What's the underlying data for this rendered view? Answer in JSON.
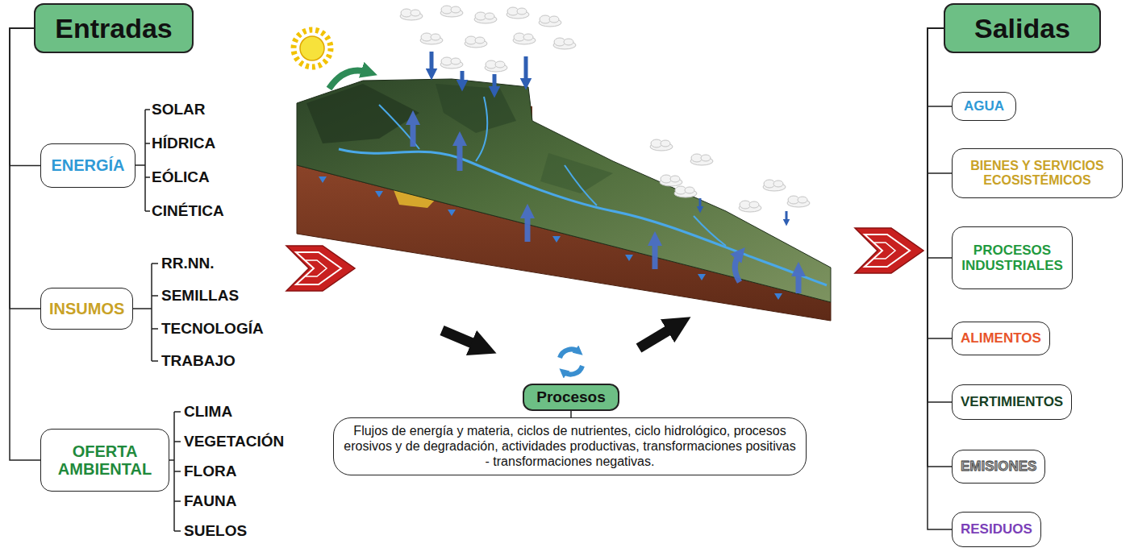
{
  "diagram": {
    "nodes": [
      {
        "text": [
          "Entradas"
        ]
      },
      {
        "text": [
          "ENERGÍA"
        ]
      },
      {
        "text": [
          "INSUMOS"
        ]
      },
      {
        "text": [
          "OFERTA AMBIENTAL"
        ]
      },
      {
        "text": [
          "Procesos"
        ]
      },
      {
        "text": [
          "Flujos de energía y materia, ciclos de nutrientes, ciclo hidrológico, procesos erosivos y de degradación, actividades productivas, transformaciones positivas - transformaciones negativas."
        ]
      },
      {
        "text": [
          "Salidas"
        ]
      },
      {
        "text": [
          "AGUA"
        ]
      },
      {
        "text": [
          "BIENES Y SERVICIOS ECOSISTÉMICOS"
        ]
      },
      {
        "text": [
          "PROCESOS INDUSTRIALES"
        ]
      },
      {
        "text": [
          "ALIMENTOS"
        ]
      },
      {
        "text": [
          "VERTIMIENTOS"
        ]
      },
      {
        "text": [
          "EMISIONES"
        ]
      },
      {
        "text": [
          "RESIDUOS"
        ]
      }
    ],
    "edges": [
      {
        "from": 0,
        "to": 1,
        "arrow": "none"
      },
      {
        "from": 0,
        "to": 2,
        "arrow": "none"
      },
      {
        "from": 0,
        "to": 3,
        "arrow": "none"
      },
      {
        "from": 4,
        "to": 5,
        "arrow": "none"
      },
      {
        "from": 6,
        "to": 7,
        "arrow": "none"
      },
      {
        "from": 6,
        "to": 8,
        "arrow": "none"
      },
      {
        "from": 6,
        "to": 9,
        "arrow": "none"
      },
      {
        "from": 6,
        "to": 10,
        "arrow": "none"
      },
      {
        "from": 6,
        "to": 11,
        "arrow": "none"
      },
      {
        "from": 6,
        "to": 12,
        "arrow": "none"
      },
      {
        "from": 6,
        "to": 13,
        "arrow": "none"
      }
    ],
    "labels": [
      "SOLAR",
      "HÍDRICA",
      "EÓLICA",
      "CINÉTICA",
      "RR.NN.",
      "SEMILLAS",
      "TECNOLOGÍA",
      "TRABAJO",
      "CLIMA",
      "VEGETACIÓN",
      "FLORA",
      "FAUNA",
      "SUELOS"
    ]
  }
}
